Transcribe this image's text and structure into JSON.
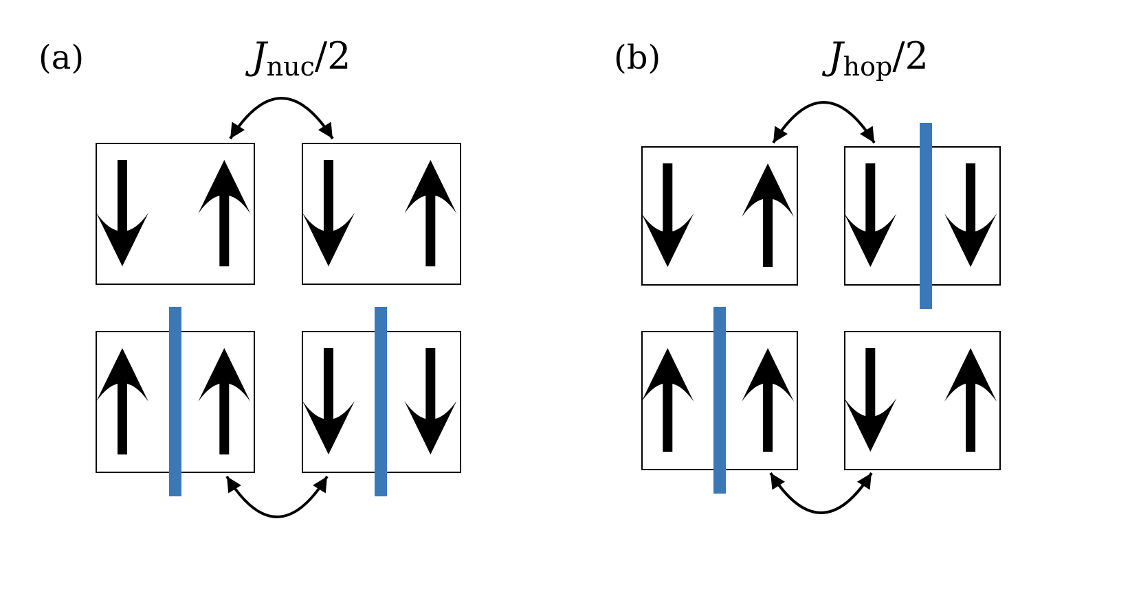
{
  "panels": [
    {
      "label": "(a)",
      "coupling": {
        "symbol": "J",
        "subscript": "nuc",
        "suffix": "/2"
      },
      "states": [
        {
          "spins": [
            "down",
            "up"
          ],
          "wall": false
        },
        {
          "spins": [
            "down",
            "up"
          ],
          "wall": false
        },
        {
          "spins": [
            "up",
            "up"
          ],
          "wall": true
        },
        {
          "spins": [
            "down",
            "down"
          ],
          "wall": true
        }
      ]
    },
    {
      "label": "(b)",
      "coupling": {
        "symbol": "J",
        "subscript": "hop",
        "suffix": "/2"
      },
      "states": [
        {
          "spins": [
            "down",
            "up"
          ],
          "wall": false
        },
        {
          "spins": [
            "down",
            "down"
          ],
          "wall": true
        },
        {
          "spins": [
            "up",
            "up"
          ],
          "wall": true
        },
        {
          "spins": [
            "down",
            "up"
          ],
          "wall": false
        }
      ]
    }
  ],
  "colors": {
    "domain_wall": "#3b78b8",
    "ink": "#000000"
  }
}
